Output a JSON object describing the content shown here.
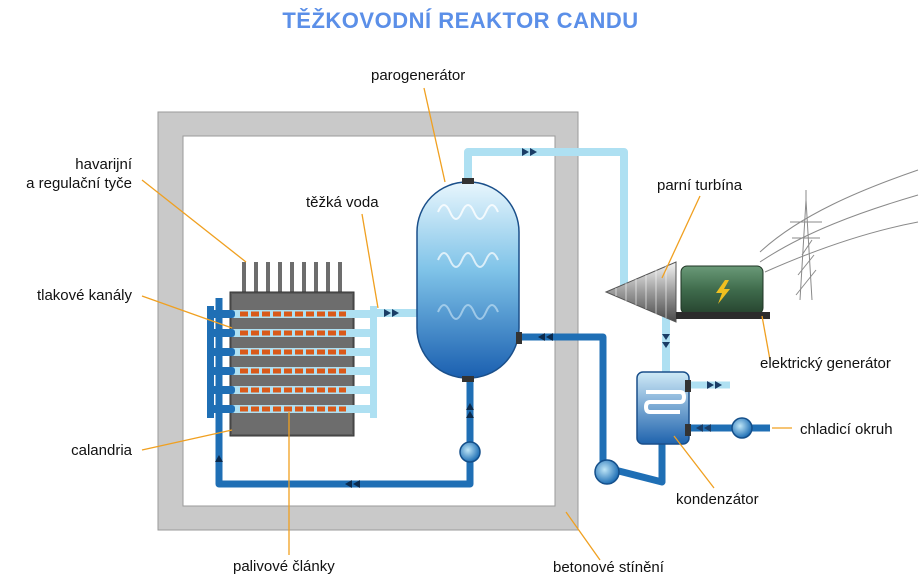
{
  "title": "TĚŽKOVODNÍ REAKTOR CANDU",
  "labels": {
    "havarijni": "havarijní",
    "regulacni": "a regulační tyče",
    "tlakove_kanaly": "tlakové kanály",
    "calandria": "calandria",
    "palivove_clanky": "palivové články",
    "tezka_voda": "těžká voda",
    "parogenerator": "parogenerátor",
    "parni_turbina": "parní turbína",
    "elektricky_generator": "elektrický generátor",
    "chladici_okruh": "chladicí okruh",
    "kondenzator": "kondenzátor",
    "betonove_stineni": "betonové stínění"
  },
  "colors": {
    "title": "#5b8fe8",
    "concrete": "#c9c9c9",
    "hot_pipe": "#aee0f2",
    "cold_pipe": "#1f6fb5",
    "fuel": "#d95a1a",
    "leader_line": "#f0a020",
    "generator": "#3f6b4c"
  },
  "icons": {
    "generator_symbol": "lightning-bolt-icon",
    "pylon": "power-pylon-icon"
  }
}
